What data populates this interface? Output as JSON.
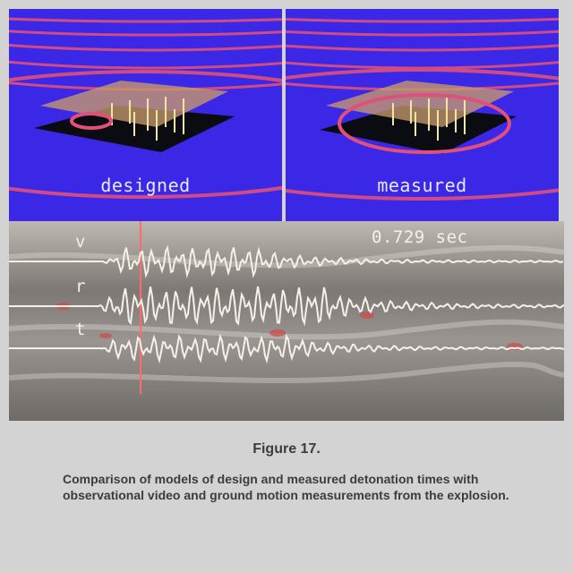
{
  "figure": {
    "panels": {
      "left_label": "designed",
      "right_label": "measured"
    },
    "seismogram": {
      "time_readout": "0.729 sec",
      "traces": [
        "v",
        "r",
        "t"
      ]
    }
  },
  "caption": {
    "title": "Figure 17.",
    "text": "Comparison of models of design and measured detonation times with observational video and ground motion measurements from the explosion."
  },
  "colors": {
    "panel_bg": "#3b27e6",
    "rings": "#e0507a",
    "trace": "#f4f2e8",
    "marker": "#ff5a5a"
  }
}
